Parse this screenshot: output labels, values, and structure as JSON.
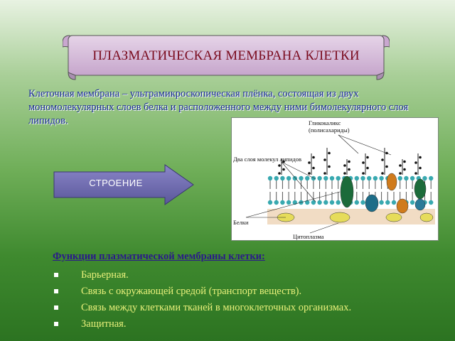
{
  "banner": {
    "title": "ПЛАЗМАТИЧЕСКАЯ МЕМБРАНА КЛЕТКИ"
  },
  "definition": "Клеточная мембрана – ультрамикроскопическая плёнка, состоящая из двух мономолекулярных слоев белка и расположенного между ними бимолекулярного слоя липидов.",
  "structure_arrow": {
    "label": "СТРОЕНИЕ"
  },
  "diagram": {
    "labels": {
      "glycocalyx": "Гликокаликс",
      "polysaccharides": "(полисахариды)",
      "lipid_layers": "Два слоя молекул липидов",
      "proteins": "Белки",
      "cytoplasm": "Цитоплазма"
    }
  },
  "functions": {
    "title": "Функции плазматической мембраны клетки:",
    "items": [
      "Барьерная.",
      "Связь с окружающей средой (транспорт веществ).",
      "Связь между клетками тканей в многоклеточных организмах.",
      "Защитная."
    ]
  },
  "colors": {
    "banner_title": "#7a0b1e",
    "definition_text": "#1b2d9a",
    "function_items": "#e8f07a",
    "arrow_fill": "#6f6cb0"
  }
}
